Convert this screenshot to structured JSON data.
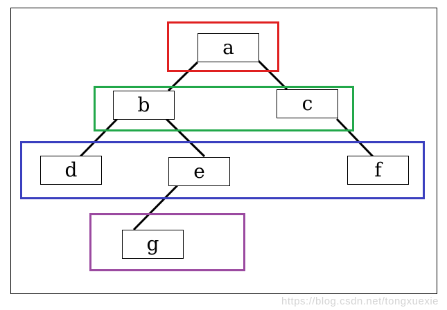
{
  "colors": {
    "level_1": "#e02020",
    "level_2": "#22a84a",
    "level_3": "#3a3fbf",
    "level_4": "#9b4aa0",
    "edge": "#000000"
  },
  "nodes": {
    "a": "a",
    "b": "b",
    "c": "c",
    "d": "d",
    "e": "e",
    "f": "f",
    "g": "g"
  },
  "edges": [
    [
      "a",
      "b"
    ],
    [
      "a",
      "c"
    ],
    [
      "b",
      "d"
    ],
    [
      "b",
      "e"
    ],
    [
      "c",
      "f"
    ],
    [
      "e",
      "g"
    ]
  ],
  "watermark": "https://blog.csdn.net/tongxuexie"
}
